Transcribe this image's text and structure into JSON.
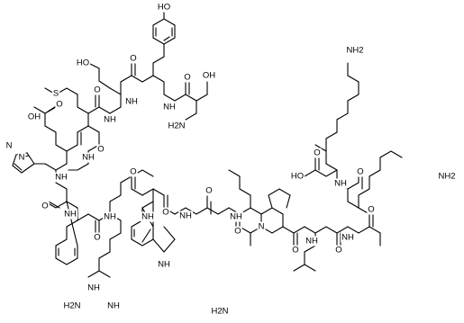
{
  "molecule": {
    "colors": {
      "bond": "#000000",
      "label": "#000000",
      "background": "#ffffff"
    },
    "atom_labels": {
      "tyr_oh": "HO",
      "ser1_oh": "HO",
      "ser2_oh": "OH",
      "h2n_terminal": "H2N",
      "o_tyr_co": "O",
      "o_ser1_co": "O",
      "o_met_co": "O",
      "o_glu_co": "O",
      "o_his_co": "O",
      "o_phe_co": "O",
      "o_arg_co": "O",
      "o_trp_co": "O",
      "o_gly_co": "O",
      "o_lys_co": "O",
      "o_pro_co": "O",
      "o_val_co": "O",
      "o_gly2_co": "O",
      "o_lys2_co": "O",
      "o_cooh_term": "O",
      "glu_oh": "OH",
      "o_glu_acid": "O",
      "met_s": "S",
      "nh_tyr": "NH",
      "nh_ser1": "NH",
      "nh_met": "NH",
      "nh_glu": "NH",
      "nh_his": "NH",
      "nh_phe": "NH",
      "nh_arg": "NH",
      "nh_trp": "NH",
      "nh_gly": "NH",
      "nh_val": "NH",
      "nh_gly2": "NH",
      "nh_lys2": "NH",
      "nh_lys3": "NH",
      "pro_n": "N",
      "his_nh": "N",
      "his_n": "N",
      "trp_nh": "NH",
      "arg_nh": "NH",
      "arg_nh2_a": "H2N",
      "arg_nh2_b": "NH",
      "lys_nh2": "H2N",
      "lys2_nh2": "NH2",
      "lys3_nh2": "NH2",
      "cooh_oh": "HO"
    }
  }
}
